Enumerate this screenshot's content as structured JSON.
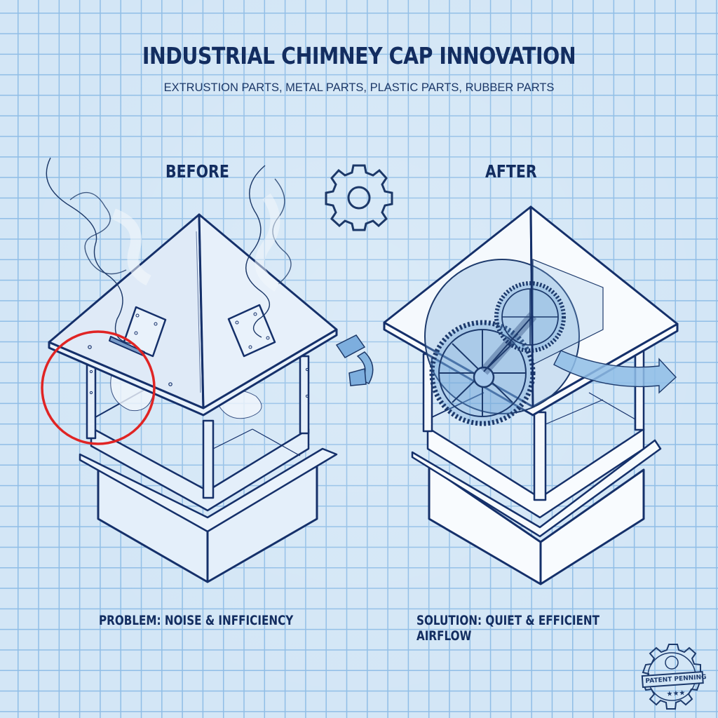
{
  "header": {
    "title": "INDUSTRIAL CHIMNEY CAP INNOVATION",
    "subtitle": "EXTRUSTION PARTS, METAL PARTS, PLASTIC PARTS, RUBBER PARTS"
  },
  "panels": {
    "before": {
      "label": "BEFORE",
      "caption": "PROBLEM: NOISE & INFFICIENCY",
      "icons": [
        "smoke-plume-icon",
        "problem-highlight-circle",
        "loose-plate-icon"
      ]
    },
    "after": {
      "label": "AFTER",
      "caption": "SOLUTION: QUIET & EFFICIENT AIRFLOW",
      "icons": [
        "gear-mechanism-icon",
        "airflow-arrow-icon"
      ]
    }
  },
  "center": {
    "icons": [
      "gear-icon",
      "transform-arrow-icon"
    ]
  },
  "stamp": {
    "text": "PATENT PENNING",
    "stars": "★★★"
  },
  "colors": {
    "background": "#d3e6f6",
    "grid": "#8fbde6",
    "ink": "#16305f",
    "highlight": "#e02424",
    "accent_blue": "#5b94c8"
  }
}
